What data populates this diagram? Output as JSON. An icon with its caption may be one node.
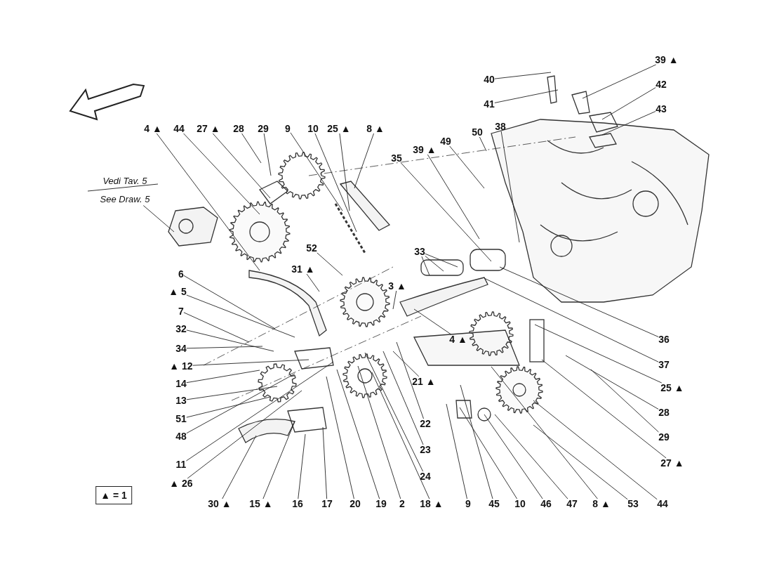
{
  "diagram": {
    "nodes": [
      {
        "text": [
          "4 ▲"
        ]
      },
      {
        "text": [
          "44"
        ]
      },
      {
        "text": [
          "27 ▲"
        ]
      },
      {
        "text": [
          "28"
        ]
      },
      {
        "text": [
          "29"
        ]
      },
      {
        "text": [
          "9"
        ]
      },
      {
        "text": [
          "10"
        ]
      },
      {
        "text": [
          "25 ▲"
        ]
      },
      {
        "text": [
          "8 ▲"
        ]
      },
      {
        "text": [
          "40"
        ]
      },
      {
        "text": [
          "39 ▲"
        ]
      },
      {
        "text": [
          "42"
        ]
      },
      {
        "text": [
          "41"
        ]
      },
      {
        "text": [
          "43"
        ]
      },
      {
        "text": [
          "38"
        ]
      },
      {
        "text": [
          "50"
        ]
      },
      {
        "text": [
          "49"
        ]
      },
      {
        "text": [
          "39 ▲"
        ]
      },
      {
        "text": [
          "35"
        ]
      },
      {
        "text": [
          "Vedi Tav. 5",
          "See Draw. 5"
        ]
      },
      {
        "text": [
          "52"
        ]
      },
      {
        "text": [
          "33"
        ]
      },
      {
        "text": [
          "31 ▲"
        ]
      },
      {
        "text": [
          "6"
        ]
      },
      {
        "text": [
          "3 ▲"
        ]
      },
      {
        "text": [
          "▲ 5"
        ]
      },
      {
        "text": [
          "7"
        ]
      },
      {
        "text": [
          "32"
        ]
      },
      {
        "text": [
          "4 ▲"
        ]
      },
      {
        "text": [
          "36"
        ]
      },
      {
        "text": [
          "34"
        ]
      },
      {
        "text": [
          "37"
        ]
      },
      {
        "text": [
          "▲ 12"
        ]
      },
      {
        "text": [
          "21 ▲"
        ]
      },
      {
        "text": [
          "14"
        ]
      },
      {
        "text": [
          "25 ▲"
        ]
      },
      {
        "text": [
          "13"
        ]
      },
      {
        "text": [
          "28"
        ]
      },
      {
        "text": [
          "51"
        ]
      },
      {
        "text": [
          "22"
        ]
      },
      {
        "text": [
          "48"
        ]
      },
      {
        "text": [
          "29"
        ]
      },
      {
        "text": [
          "11"
        ]
      },
      {
        "text": [
          "23"
        ]
      },
      {
        "text": [
          "27 ▲"
        ]
      },
      {
        "text": [
          "24"
        ]
      },
      {
        "text": [
          "▲ 26"
        ]
      },
      {
        "text": [
          "▲ = 1"
        ]
      },
      {
        "text": [
          "30 ▲"
        ]
      },
      {
        "text": [
          "15 ▲"
        ]
      },
      {
        "text": [
          "16"
        ]
      },
      {
        "text": [
          "17"
        ]
      },
      {
        "text": [
          "20"
        ]
      },
      {
        "text": [
          "19"
        ]
      },
      {
        "text": [
          "2"
        ]
      },
      {
        "text": [
          "18 ▲"
        ]
      },
      {
        "text": [
          "9"
        ]
      },
      {
        "text": [
          "45"
        ]
      },
      {
        "text": [
          "10"
        ]
      },
      {
        "text": [
          "46"
        ]
      },
      {
        "text": [
          "47"
        ]
      },
      {
        "text": [
          "8 ▲"
        ]
      },
      {
        "text": [
          "53"
        ]
      },
      {
        "text": [
          "44"
        ]
      }
    ],
    "edges": [
      {
        "from": 0,
        "to": null,
        "arrow": "none"
      },
      {
        "from": 1,
        "to": null,
        "arrow": "none"
      },
      {
        "from": 2,
        "to": null,
        "arrow": "none"
      },
      {
        "from": 3,
        "to": null,
        "arrow": "none"
      },
      {
        "from": 4,
        "to": null,
        "arrow": "none"
      },
      {
        "from": 5,
        "to": null,
        "arrow": "none"
      },
      {
        "from": 6,
        "to": null,
        "arrow": "none"
      },
      {
        "from": 7,
        "to": null,
        "arrow": "none"
      },
      {
        "from": 8,
        "to": null,
        "arrow": "none"
      },
      {
        "from": 9,
        "to": null,
        "arrow": "none"
      },
      {
        "from": 10,
        "to": null,
        "arrow": "none"
      },
      {
        "from": 11,
        "to": null,
        "arrow": "none"
      },
      {
        "from": 12,
        "to": null,
        "arrow": "none"
      },
      {
        "from": 13,
        "to": null,
        "arrow": "none"
      },
      {
        "from": 14,
        "to": null,
        "arrow": "none"
      },
      {
        "from": 15,
        "to": null,
        "arrow": "none"
      },
      {
        "from": 16,
        "to": null,
        "arrow": "none"
      },
      {
        "from": 17,
        "to": null,
        "arrow": "none"
      },
      {
        "from": 18,
        "to": null,
        "arrow": "none"
      },
      {
        "from": 19,
        "to": null,
        "arrow": "none"
      },
      {
        "from": 20,
        "to": null,
        "arrow": "none"
      },
      {
        "from": 21,
        "to": null,
        "arrow": "none"
      },
      {
        "from": 21,
        "to": null,
        "arrow": "none"
      },
      {
        "from": 21,
        "to": null,
        "arrow": "none"
      },
      {
        "from": 22,
        "to": null,
        "arrow": "none"
      },
      {
        "from": 23,
        "to": null,
        "arrow": "none"
      },
      {
        "from": 24,
        "to": null,
        "arrow": "none"
      },
      {
        "from": 25,
        "to": null,
        "arrow": "none"
      },
      {
        "from": 26,
        "to": null,
        "arrow": "none"
      },
      {
        "from": 27,
        "to": null,
        "arrow": "none"
      },
      {
        "from": 28,
        "to": null,
        "arrow": "none"
      },
      {
        "from": 29,
        "to": null,
        "arrow": "none"
      },
      {
        "from": 30,
        "to": null,
        "arrow": "none"
      },
      {
        "from": 31,
        "to": null,
        "arrow": "none"
      },
      {
        "from": 32,
        "to": null,
        "arrow": "none"
      },
      {
        "from": 33,
        "to": null,
        "arrow": "none"
      },
      {
        "from": 34,
        "to": null,
        "arrow": "none"
      },
      {
        "from": 35,
        "to": null,
        "arrow": "none"
      },
      {
        "from": 36,
        "to": null,
        "arrow": "none"
      },
      {
        "from": 37,
        "to": null,
        "arrow": "none"
      },
      {
        "from": 38,
        "to": null,
        "arrow": "none"
      },
      {
        "from": 39,
        "to": null,
        "arrow": "none"
      },
      {
        "from": 40,
        "to": null,
        "arrow": "none"
      },
      {
        "from": 41,
        "to": null,
        "arrow": "none"
      },
      {
        "from": 42,
        "to": null,
        "arrow": "none"
      },
      {
        "from": 43,
        "to": null,
        "arrow": "none"
      },
      {
        "from": 44,
        "to": null,
        "arrow": "none"
      },
      {
        "from": 45,
        "to": null,
        "arrow": "none"
      },
      {
        "from": 46,
        "to": null,
        "arrow": "none"
      },
      {
        "from": 48,
        "to": null,
        "arrow": "none"
      },
      {
        "from": 49,
        "to": null,
        "arrow": "none"
      },
      {
        "from": 50,
        "to": null,
        "arrow": "none"
      },
      {
        "from": 51,
        "to": null,
        "arrow": "none"
      },
      {
        "from": 52,
        "to": null,
        "arrow": "none"
      },
      {
        "from": 53,
        "to": null,
        "arrow": "none"
      },
      {
        "from": 54,
        "to": null,
        "arrow": "none"
      },
      {
        "from": 55,
        "to": null,
        "arrow": "none"
      },
      {
        "from": 56,
        "to": null,
        "arrow": "none"
      },
      {
        "from": 57,
        "to": null,
        "arrow": "none"
      },
      {
        "from": 58,
        "to": null,
        "arrow": "none"
      },
      {
        "from": 59,
        "to": null,
        "arrow": "none"
      },
      {
        "from": 60,
        "to": null,
        "arrow": "none"
      },
      {
        "from": 61,
        "to": null,
        "arrow": "none"
      },
      {
        "from": 62,
        "to": null,
        "arrow": "none"
      },
      {
        "from": 63,
        "to": null,
        "arrow": "none"
      }
    ]
  }
}
